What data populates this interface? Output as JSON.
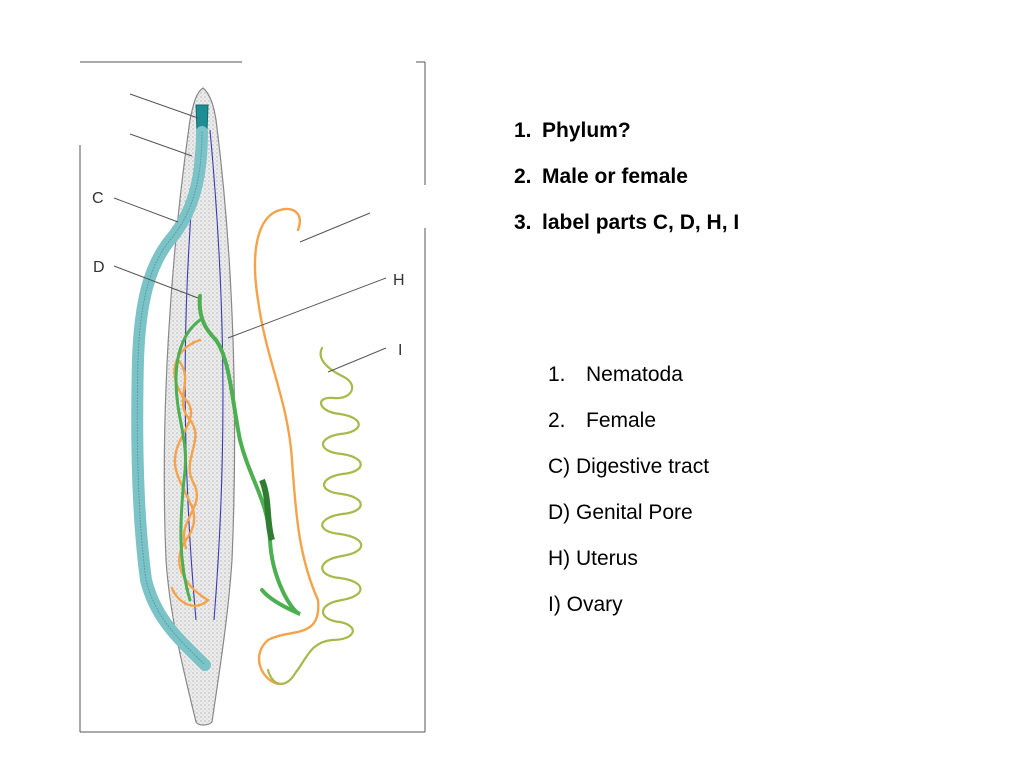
{
  "diagram": {
    "labels": {
      "c": "C",
      "d": "D",
      "h": "H",
      "i": "I"
    },
    "colors": {
      "body_fill": "#e6e6e6",
      "body_stroke": "#888888",
      "digestive": "#7cc3c8",
      "pharynx": "#1f8e94",
      "genital": "#4caf50",
      "uterus": "#f5a34a",
      "ovary": "#a8b84a",
      "nerve": "#3a3ab0"
    }
  },
  "questions": [
    {
      "num": "1.",
      "text": "Phylum?"
    },
    {
      "num": "2.",
      "text": "Male or female"
    },
    {
      "num": "3.",
      "text": "label parts C, D, H, I"
    }
  ],
  "answers": [
    {
      "num": "1.",
      "text": "Nematoda"
    },
    {
      "num": "2.",
      "text": "Female"
    },
    {
      "num": "",
      "text": "C) Digestive tract"
    },
    {
      "num": "",
      "text": "D) Genital Pore"
    },
    {
      "num": "",
      "text": "H) Uterus"
    },
    {
      "num": "",
      "text": "I) Ovary"
    }
  ]
}
